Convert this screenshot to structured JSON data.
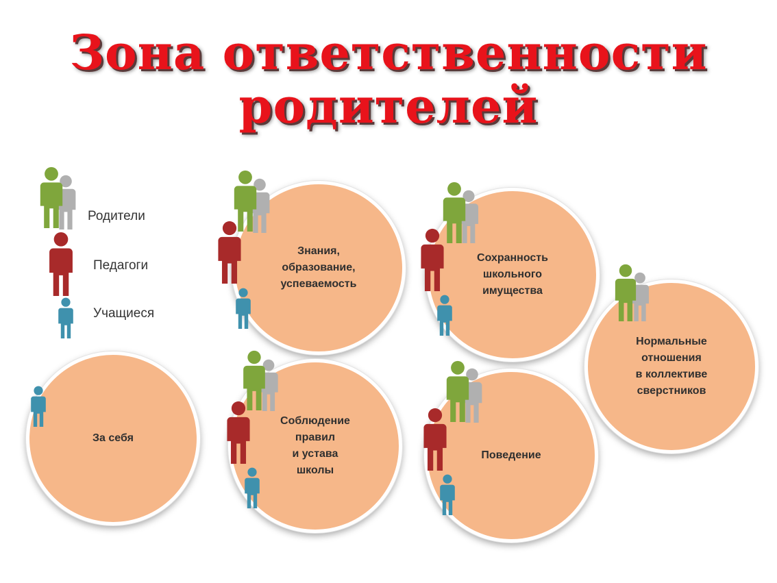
{
  "title": {
    "line1": "Зона ответственности",
    "line2": "родителей"
  },
  "colors": {
    "title": "#e8131b",
    "circle": "#f6b789",
    "parent_front": "#7fa63c",
    "parent_back": "#b0b0b0",
    "teacher": "#a82a2a",
    "student": "#3f91ad"
  },
  "legend": [
    {
      "icon": "parents-icon",
      "label": "Родители"
    },
    {
      "icon": "teacher-icon",
      "label": "Педагоги"
    },
    {
      "icon": "student-icon",
      "label": "Учащиеся"
    }
  ],
  "zones": [
    {
      "label": "Знания,\nобразование,\nуспеваемость",
      "actors": [
        "parents",
        "teacher",
        "student"
      ]
    },
    {
      "label": "Сохранность\nшкольного\nимущества",
      "actors": [
        "parents",
        "teacher",
        "student"
      ]
    },
    {
      "label": "Нормальные\nотношения\nв коллективе\nсверстников",
      "actors": [
        "parents"
      ]
    },
    {
      "label": "За себя",
      "actors": [
        "student"
      ]
    },
    {
      "label": "Соблюдение\nправил\nи устава\nшколы",
      "actors": [
        "parents",
        "teacher",
        "student"
      ]
    },
    {
      "label": "Поведение",
      "actors": [
        "parents",
        "teacher",
        "student"
      ]
    }
  ]
}
